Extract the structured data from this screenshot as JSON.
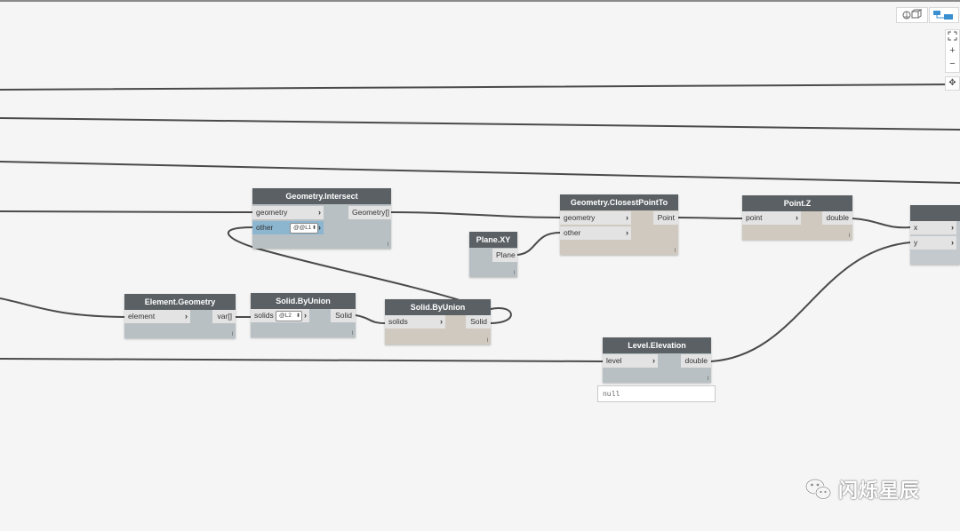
{
  "colors": {
    "wire": "#4a4a4a",
    "node_header": "#5a6064",
    "highlight": "#8cb6d0",
    "background": "#f5f5f5"
  },
  "toolbar": {
    "view_toggle_icon": "3d-background-icon",
    "graph_view_icon": "graph-view-icon"
  },
  "zoom_controls": {
    "fit_icon": "fit-view-icon",
    "zoom_in": "+",
    "zoom_out": "−",
    "pan_icon": "pan-icon"
  },
  "nodes": {
    "geometry_intersect": {
      "title": "Geometry.Intersect",
      "inputs": [
        "geometry",
        "other"
      ],
      "outputs": [
        "Geometry[]"
      ],
      "other_list_level": "@@L1"
    },
    "plane_xy": {
      "title": "Plane.XY",
      "outputs": [
        "Plane"
      ]
    },
    "closest_point": {
      "title": "Geometry.ClosestPointTo",
      "inputs": [
        "geometry",
        "other"
      ],
      "outputs": [
        "Point"
      ]
    },
    "point_z": {
      "title": "Point.Z",
      "inputs": [
        "point"
      ],
      "outputs": [
        "double"
      ]
    },
    "partial": {
      "inputs": [
        "x",
        "y"
      ]
    },
    "element_geometry": {
      "title": "Element.Geometry",
      "inputs": [
        "element"
      ],
      "outputs": [
        "var[]"
      ]
    },
    "solid_byunion_1": {
      "title": "Solid.ByUnion",
      "inputs": [
        "solids"
      ],
      "outputs": [
        "Solid"
      ],
      "solids_list_level": "@L2"
    },
    "solid_byunion_2": {
      "title": "Solid.ByUnion",
      "inputs": [
        "solids"
      ],
      "outputs": [
        "Solid"
      ]
    },
    "level_elevation": {
      "title": "Level.Elevation",
      "inputs": [
        "level"
      ],
      "outputs": [
        "double"
      ],
      "preview": "null"
    },
    "lacing_mark": "l"
  },
  "watermark": {
    "text": "闪烁星辰",
    "icon": "wechat-icon"
  }
}
